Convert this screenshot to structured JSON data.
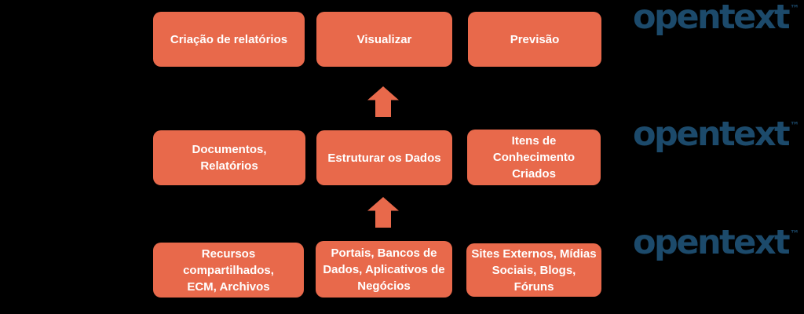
{
  "palette": {
    "background": "#000000",
    "box_fill": "#E8694B",
    "box_text": "#FFFFFF",
    "arrow_fill": "#E8694B",
    "logo_navy": "#1C4A6B"
  },
  "logo": {
    "text": "opentext",
    "trademark": "™"
  },
  "flow": {
    "rows": [
      {
        "level": "top",
        "boxes": [
          {
            "label": "Criação de relatórios"
          },
          {
            "label": "Visualizar"
          },
          {
            "label": "Previsão"
          }
        ]
      },
      {
        "level": "middle",
        "boxes": [
          {
            "label": "Documentos,\nRelatórios"
          },
          {
            "label": "Estruturar os Dados"
          },
          {
            "label": "Itens de\nConhecimento\nCriados"
          }
        ]
      },
      {
        "level": "bottom",
        "boxes": [
          {
            "label": "Recursos\ncompartilhados,\nECM, Archivos"
          },
          {
            "label": "Portais, Bancos de\nDados, Aplicativos de\nNegócios"
          },
          {
            "label": "Sites Externos, Mídias\nSociais, Blogs, Fóruns"
          }
        ]
      }
    ]
  }
}
